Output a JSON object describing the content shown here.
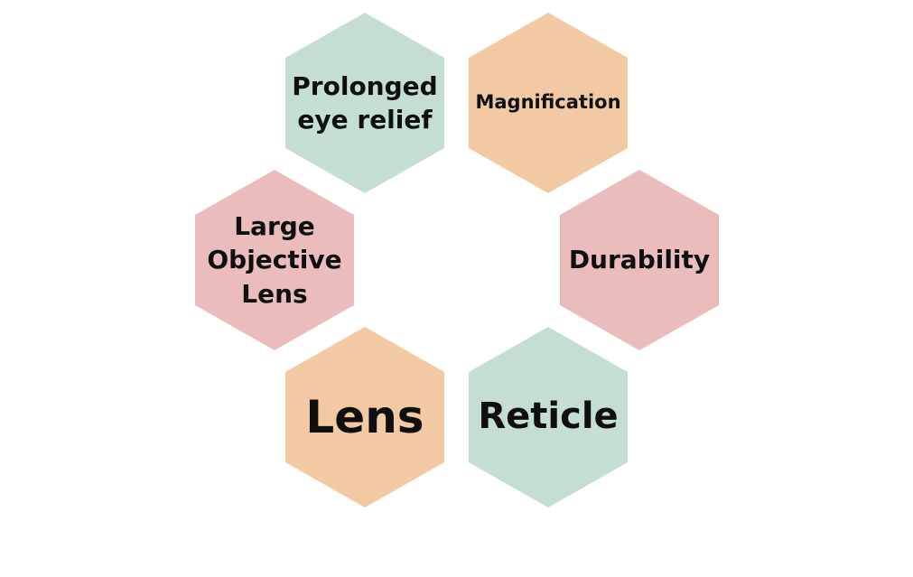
{
  "diagram": {
    "colors": {
      "green": "#c4dfd1",
      "peach": "#f2c9a3",
      "pink": "#ebbcbc",
      "text": "#0f0f0f"
    },
    "hexagons": [
      {
        "id": "prolonged",
        "line1": "Prolonged",
        "line2": "eye relief"
      },
      {
        "id": "magnification",
        "label": "Magnification"
      },
      {
        "id": "large",
        "line1": "Large",
        "line2": "Objective",
        "line3": "Lens"
      },
      {
        "id": "durability",
        "label": "Durability"
      },
      {
        "id": "lens",
        "label": "Lens"
      },
      {
        "id": "reticle",
        "label": "Reticle"
      }
    ]
  }
}
